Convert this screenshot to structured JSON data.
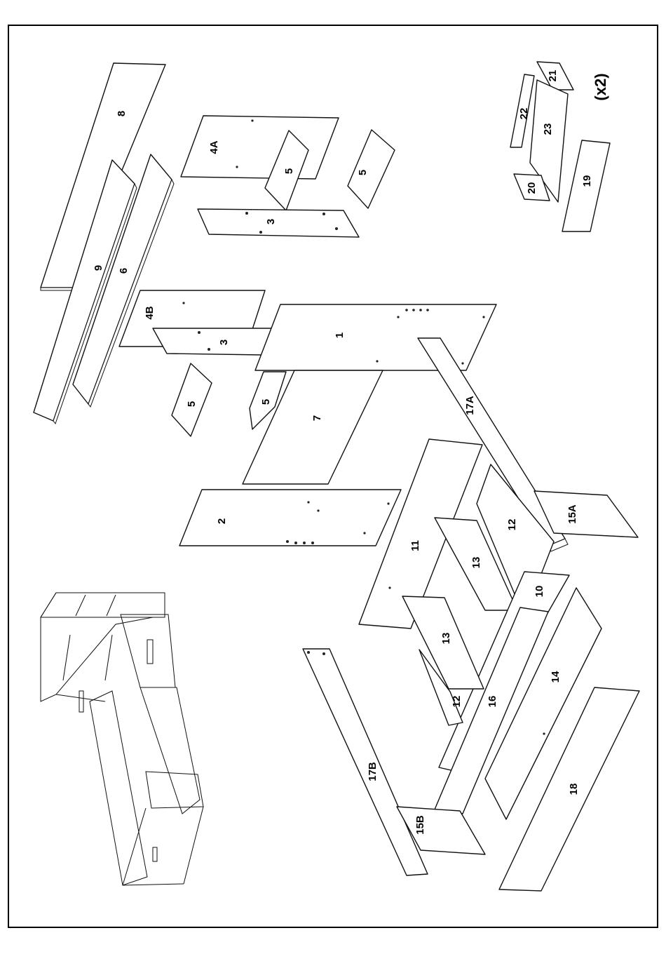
{
  "parts": {
    "p1": "1",
    "p2": "2",
    "p3a": "3",
    "p3b": "3",
    "p4a": "4A",
    "p4b": "4B",
    "p5a": "5",
    "p5b": "5",
    "p5c": "5",
    "p5d": "5",
    "p6": "6",
    "p7": "7",
    "p8": "8",
    "p9": "9",
    "p10": "10",
    "p11": "11",
    "p12a": "12",
    "p12b": "12",
    "p13a": "13",
    "p13b": "13",
    "p14": "14",
    "p15a": "15A",
    "p15b": "15B",
    "p16": "16",
    "p17a": "17A",
    "p17b": "17B",
    "p18": "18",
    "p19": "19",
    "p20": "20",
    "p21": "21",
    "p22": "22",
    "p23": "23"
  },
  "quantity_note": "(x2)",
  "colors": {
    "line": "#111111",
    "background": "#ffffff"
  }
}
